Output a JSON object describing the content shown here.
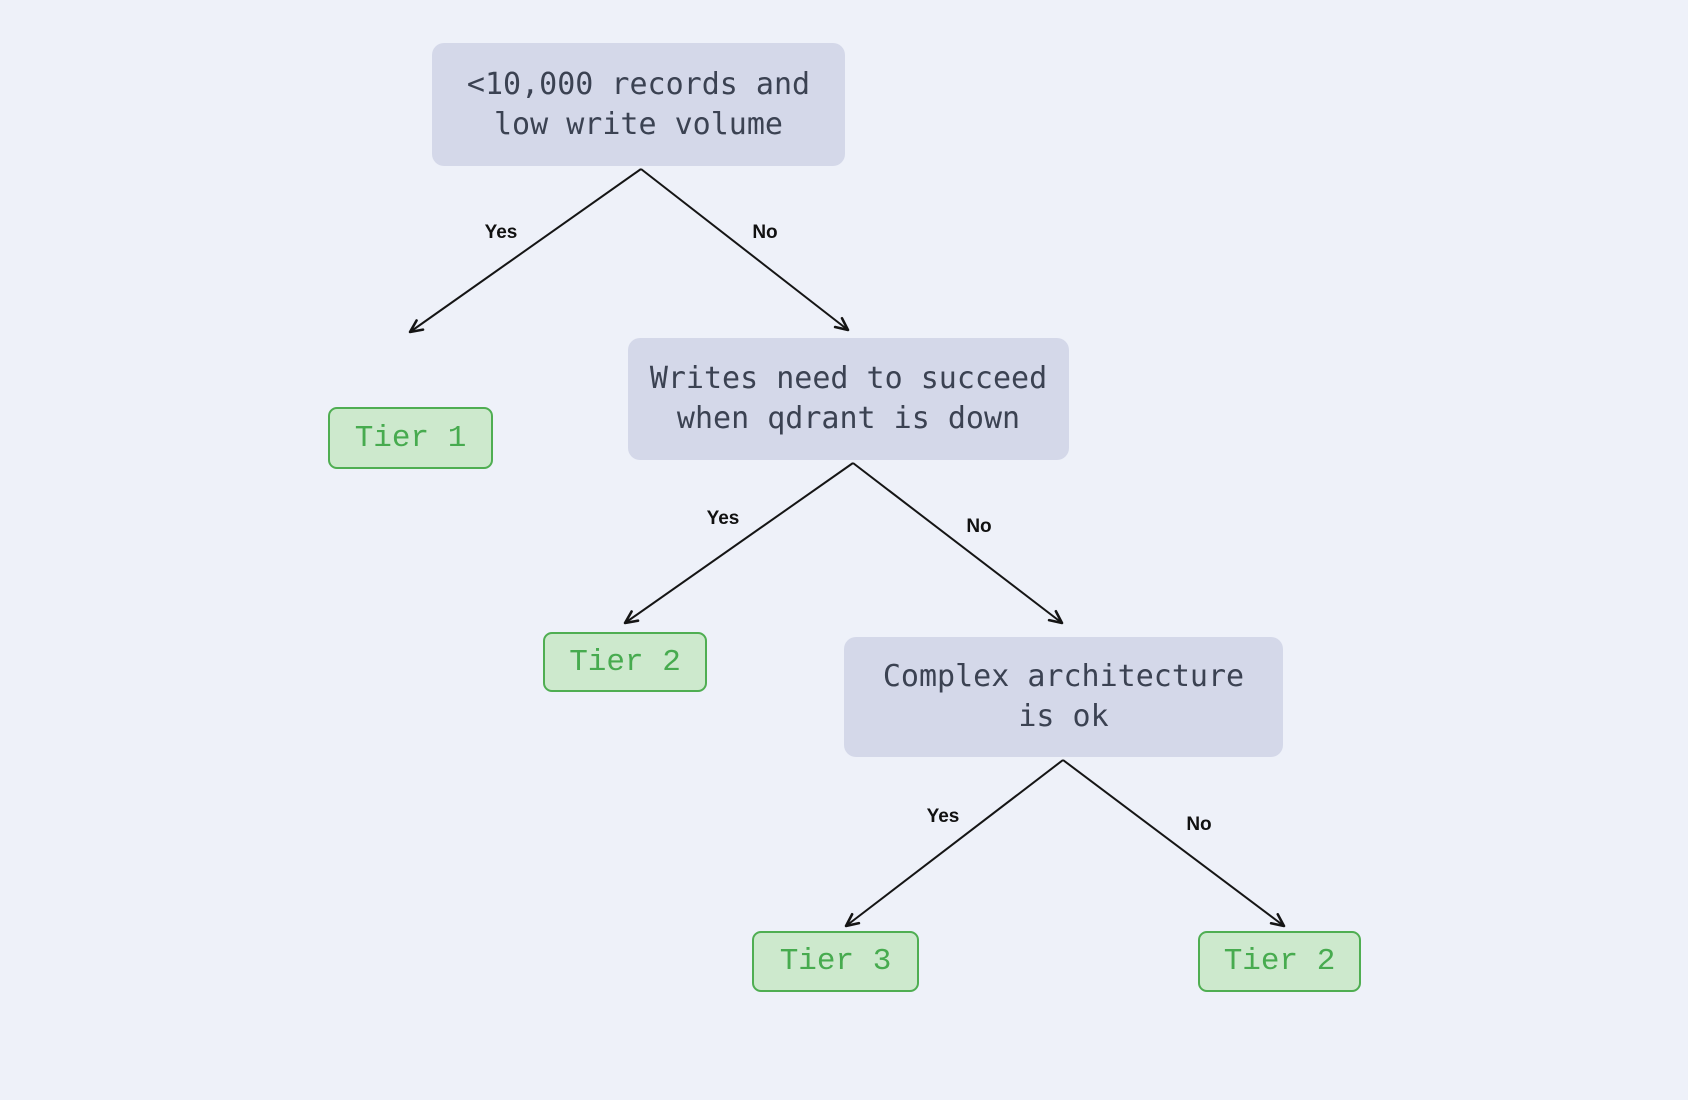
{
  "diagram": {
    "type": "decision-tree",
    "background_color": "#eef1f9",
    "colors": {
      "decision_fill": "#d4d8e9",
      "decision_text": "#3b4252",
      "outcome_fill": "#cde9cd",
      "outcome_border": "#4fae52",
      "outcome_text": "#47ab4f",
      "edge_stroke": "#151515",
      "edge_label_text": "#111111"
    },
    "decision_nodes": [
      {
        "id": "root",
        "line1": "<10,000 records and",
        "line2": "low write volume"
      },
      {
        "id": "writes",
        "line1": "Writes need to succeed",
        "line2": "when qdrant is down"
      },
      {
        "id": "complex",
        "line1": "Complex architecture",
        "line2": "is ok"
      }
    ],
    "outcome_nodes": [
      {
        "id": "tier1",
        "label": "Tier 1"
      },
      {
        "id": "tier2",
        "label": "Tier 2"
      },
      {
        "id": "tier3",
        "label": "Tier 3"
      },
      {
        "id": "tier2b",
        "label": "Tier 2"
      }
    ],
    "edges": [
      {
        "from": "root",
        "to": "tier1",
        "label": "Yes"
      },
      {
        "from": "root",
        "to": "writes",
        "label": "No"
      },
      {
        "from": "writes",
        "to": "tier2",
        "label": "Yes"
      },
      {
        "from": "writes",
        "to": "complex",
        "label": "No"
      },
      {
        "from": "complex",
        "to": "tier3",
        "label": "Yes"
      },
      {
        "from": "complex",
        "to": "tier2b",
        "label": "No"
      }
    ]
  }
}
